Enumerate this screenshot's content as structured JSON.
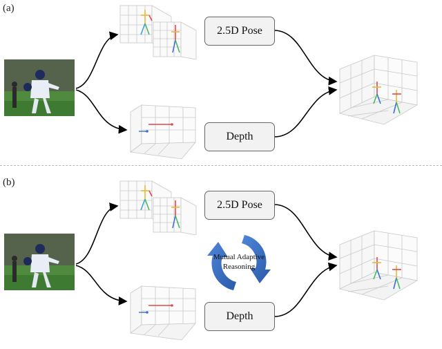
{
  "panels": [
    {
      "label": "(a)",
      "pose_label": "2.5D Pose",
      "depth_label": "Depth"
    },
    {
      "label": "(b)",
      "pose_label": "2.5D Pose",
      "depth_label": "Depth",
      "reasoning_label_line1": "Mutual Adaptive",
      "reasoning_label_line2": "Reasoning"
    }
  ],
  "colors": {
    "cycle_arrow": "#3a6fc4",
    "box_fill": "#f2f2f2",
    "box_border": "#666666"
  },
  "icons": [
    "baseball-player-photo",
    "3d-pose-plot-icon",
    "depth-plot-icon",
    "cycle-arrows-icon"
  ]
}
